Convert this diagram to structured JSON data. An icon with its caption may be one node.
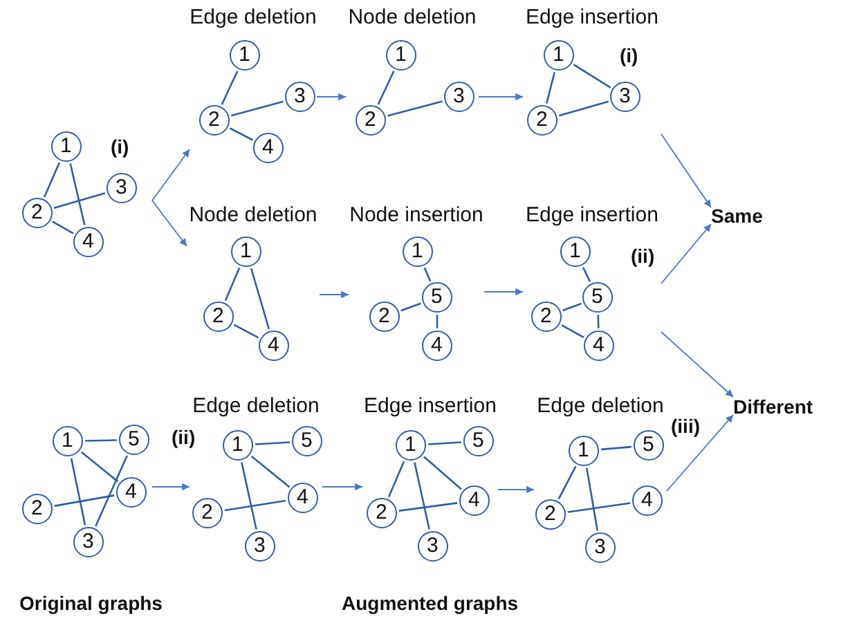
{
  "diagram": {
    "nodes": [
      {
        "text": [],
        "shape": "picture",
        "beside": [
          "(i)"
        ]
      },
      {
        "text": [
          "1"
        ],
        "in": 0
      },
      {
        "text": [
          "2"
        ],
        "in": 0
      },
      {
        "text": [
          "3"
        ],
        "in": 0
      },
      {
        "text": [
          "4"
        ],
        "in": 0
      },
      {
        "text": [
          "Edge deletion"
        ]
      },
      {
        "text": [
          "1"
        ],
        "in": 5
      },
      {
        "text": [
          "2"
        ],
        "in": 5
      },
      {
        "text": [
          "3"
        ],
        "in": 5
      },
      {
        "text": [
          "4"
        ],
        "in": 5
      },
      {
        "text": [
          "Node deletion"
        ]
      },
      {
        "text": [
          "1"
        ],
        "in": 10
      },
      {
        "text": [
          "2"
        ],
        "in": 10
      },
      {
        "text": [
          "3"
        ],
        "in": 10
      },
      {
        "text": [
          "Edge insertion"
        ],
        "beside": [
          "(i)"
        ]
      },
      {
        "text": [
          "1"
        ],
        "in": 14
      },
      {
        "text": [
          "2"
        ],
        "in": 14
      },
      {
        "text": [
          "3"
        ],
        "in": 14
      },
      {
        "text": [
          "Node deletion"
        ]
      },
      {
        "text": [
          "1"
        ],
        "in": 18
      },
      {
        "text": [
          "2"
        ],
        "in": 18
      },
      {
        "text": [
          "4"
        ],
        "in": 18
      },
      {
        "text": [
          "Node insertion"
        ]
      },
      {
        "text": [
          "1"
        ],
        "in": 22
      },
      {
        "text": [
          "2"
        ],
        "in": 22
      },
      {
        "text": [
          "4"
        ],
        "in": 22
      },
      {
        "text": [
          "5"
        ],
        "in": 22
      },
      {
        "text": [
          "Edge insertion"
        ],
        "beside": [
          "(ii)"
        ]
      },
      {
        "text": [
          "1"
        ],
        "in": 27
      },
      {
        "text": [
          "2"
        ],
        "in": 27
      },
      {
        "text": [
          "4"
        ],
        "in": 27
      },
      {
        "text": [
          "5"
        ],
        "in": 27
      },
      {
        "text": [
          "Same"
        ]
      },
      {
        "text": [],
        "shape": "picture",
        "beside": [
          "(ii)"
        ]
      },
      {
        "text": [
          "1"
        ],
        "in": 33
      },
      {
        "text": [
          "2"
        ],
        "in": 33
      },
      {
        "text": [
          "3"
        ],
        "in": 33
      },
      {
        "text": [
          "4"
        ],
        "in": 33
      },
      {
        "text": [
          "5"
        ],
        "in": 33
      },
      {
        "text": [
          "Edge deletion"
        ]
      },
      {
        "text": [
          "1"
        ],
        "in": 39
      },
      {
        "text": [
          "2"
        ],
        "in": 39
      },
      {
        "text": [
          "3"
        ],
        "in": 39
      },
      {
        "text": [
          "4"
        ],
        "in": 39
      },
      {
        "text": [
          "5"
        ],
        "in": 39
      },
      {
        "text": [
          "Edge insertion"
        ]
      },
      {
        "text": [
          "1"
        ],
        "in": 45
      },
      {
        "text": [
          "2"
        ],
        "in": 45
      },
      {
        "text": [
          "3"
        ],
        "in": 45
      },
      {
        "text": [
          "4"
        ],
        "in": 45
      },
      {
        "text": [
          "5"
        ],
        "in": 45
      },
      {
        "text": [
          "Edge deletion"
        ],
        "beside": [
          "(iii)"
        ]
      },
      {
        "text": [
          "1"
        ],
        "in": 51
      },
      {
        "text": [
          "2"
        ],
        "in": 51
      },
      {
        "text": [
          "3"
        ],
        "in": 51
      },
      {
        "text": [
          "4"
        ],
        "in": 51
      },
      {
        "text": [
          "5"
        ],
        "in": 51
      },
      {
        "text": [
          "Different"
        ]
      }
    ],
    "edges": [
      {
        "from": 1,
        "to": 2,
        "arrow": "none"
      },
      {
        "from": 1,
        "to": 4,
        "arrow": "none"
      },
      {
        "from": 2,
        "to": 3,
        "arrow": "none"
      },
      {
        "from": 2,
        "to": 4,
        "arrow": "none"
      },
      {
        "from": 6,
        "to": 7,
        "arrow": "none"
      },
      {
        "from": 7,
        "to": 8,
        "arrow": "none"
      },
      {
        "from": 7,
        "to": 9,
        "arrow": "none"
      },
      {
        "from": 11,
        "to": 12,
        "arrow": "none"
      },
      {
        "from": 12,
        "to": 13,
        "arrow": "none"
      },
      {
        "from": 15,
        "to": 16,
        "arrow": "none"
      },
      {
        "from": 15,
        "to": 17,
        "arrow": "none"
      },
      {
        "from": 16,
        "to": 17,
        "arrow": "none"
      },
      {
        "from": 19,
        "to": 20,
        "arrow": "none"
      },
      {
        "from": 19,
        "to": 21,
        "arrow": "none"
      },
      {
        "from": 20,
        "to": 21,
        "arrow": "none"
      },
      {
        "from": 23,
        "to": 26,
        "arrow": "none"
      },
      {
        "from": 24,
        "to": 26,
        "arrow": "none"
      },
      {
        "from": 26,
        "to": 25,
        "arrow": "none"
      },
      {
        "from": 28,
        "to": 31,
        "arrow": "none"
      },
      {
        "from": 29,
        "to": 31,
        "arrow": "none"
      },
      {
        "from": 31,
        "to": 30,
        "arrow": "none"
      },
      {
        "from": 29,
        "to": 30,
        "arrow": "none"
      },
      {
        "from": 34,
        "to": 38,
        "arrow": "none"
      },
      {
        "from": 34,
        "to": 37,
        "arrow": "none"
      },
      {
        "from": 34,
        "to": 36,
        "arrow": "none"
      },
      {
        "from": 38,
        "to": 36,
        "arrow": "none"
      },
      {
        "from": 35,
        "to": 37,
        "arrow": "none"
      },
      {
        "from": 40,
        "to": 44,
        "arrow": "none"
      },
      {
        "from": 40,
        "to": 43,
        "arrow": "none"
      },
      {
        "from": 40,
        "to": 42,
        "arrow": "none"
      },
      {
        "from": 41,
        "to": 43,
        "arrow": "none"
      },
      {
        "from": 46,
        "to": 50,
        "arrow": "none"
      },
      {
        "from": 46,
        "to": 49,
        "arrow": "none"
      },
      {
        "from": 46,
        "to": 48,
        "arrow": "none"
      },
      {
        "from": 47,
        "to": 49,
        "arrow": "none"
      },
      {
        "from": 46,
        "to": 47,
        "arrow": "none"
      },
      {
        "from": 52,
        "to": 56,
        "arrow": "none"
      },
      {
        "from": 52,
        "to": 53,
        "arrow": "none"
      },
      {
        "from": 52,
        "to": 54,
        "arrow": "none"
      },
      {
        "from": 53,
        "to": 55,
        "arrow": "none"
      },
      {
        "from": 0,
        "to": 5,
        "arrow": "to"
      },
      {
        "from": 0,
        "to": 18,
        "arrow": "to"
      },
      {
        "from": 5,
        "to": 10,
        "arrow": "to"
      },
      {
        "from": 10,
        "to": 14,
        "arrow": "to"
      },
      {
        "from": 18,
        "to": 22,
        "arrow": "to"
      },
      {
        "from": 22,
        "to": 27,
        "arrow": "to"
      },
      {
        "from": 14,
        "to": 32,
        "arrow": "to"
      },
      {
        "from": 27,
        "to": 32,
        "arrow": "to"
      },
      {
        "from": 27,
        "to": 57,
        "arrow": "to"
      },
      {
        "from": 51,
        "to": 57,
        "arrow": "to"
      },
      {
        "from": 33,
        "to": 39,
        "arrow": "to"
      },
      {
        "from": 39,
        "to": 45,
        "arrow": "to"
      },
      {
        "from": 45,
        "to": 51,
        "arrow": "to"
      }
    ],
    "labels": [
      "Original graphs",
      "Augmented graphs"
    ]
  }
}
